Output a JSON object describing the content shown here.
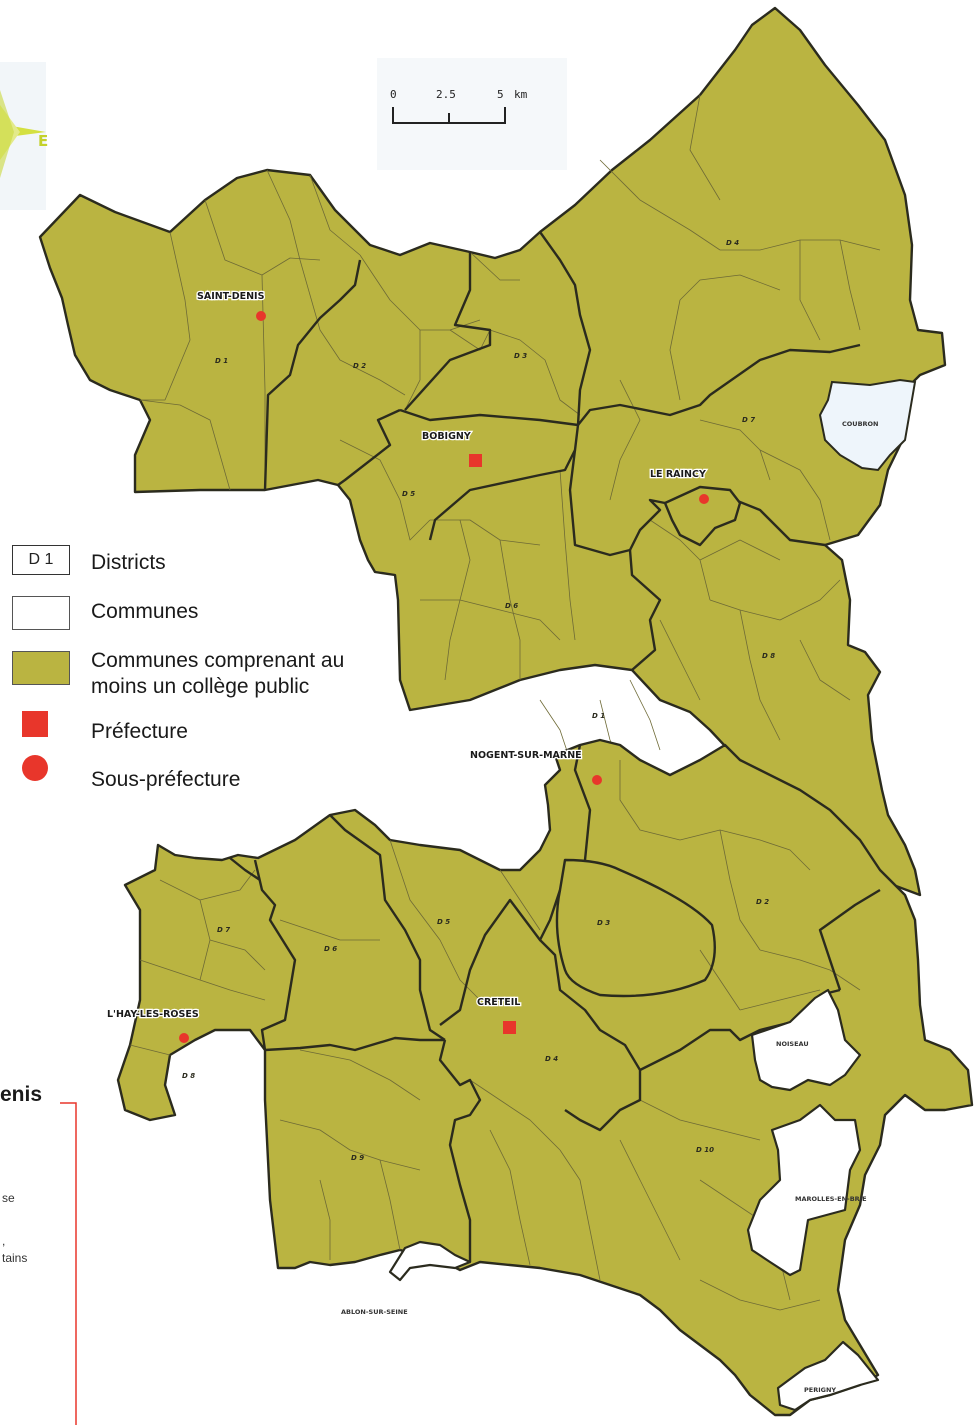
{
  "scale_bar": {
    "ticks": [
      "0",
      "2.5",
      "5"
    ],
    "unit": "km"
  },
  "compass": {
    "east_label": "E",
    "icon": "compass-rose-icon"
  },
  "legend": {
    "items": [
      {
        "key": "districts",
        "box_text": "D 1",
        "label": "Districts"
      },
      {
        "key": "communes",
        "label": "Communes"
      },
      {
        "key": "communes_college",
        "label_line1": "Communes comprenant au",
        "label_line2": "moins un collège public",
        "color": "#bab441"
      },
      {
        "key": "prefecture",
        "label": "Préfecture",
        "color": "#e8362b",
        "icon": "red-square-icon"
      },
      {
        "key": "sous_prefecture",
        "label": "Sous-préfecture",
        "color": "#e8362b",
        "icon": "red-dot-icon"
      }
    ]
  },
  "cities": {
    "saint_denis": "SAINT-DENIS",
    "bobigny": "BOBIGNY",
    "le_raincy": "LE RAINCY",
    "nogent": "NOGENT-SUR-MARNE",
    "creteil": "CRETEIL",
    "lhay": "L'HAY-LES-ROSES"
  },
  "white_communes": {
    "coubron": "COUBRON",
    "noiseau": "NOISEAU",
    "marolles": "MAROLLES-EN-BRIE",
    "ablon": "ABLON-SUR-SEINE",
    "perigny": "PERIGNY"
  },
  "districts_north": [
    "D 1",
    "D 2",
    "D 3",
    "D 4",
    "D 5",
    "D 6",
    "D 7",
    "D 8"
  ],
  "districts_south": [
    "D 1",
    "D 2",
    "D 3",
    "D 4",
    "D 5",
    "D 6",
    "D 7",
    "D 8",
    "D 9",
    "D 10"
  ],
  "side_panel": {
    "title_fragment": "enis",
    "text1": "se",
    "text2": ",",
    "text3": "tains"
  },
  "colors": {
    "commune_fill": "#bab441",
    "accent_red": "#e8362b",
    "compass_yellow": "#d4e041"
  }
}
